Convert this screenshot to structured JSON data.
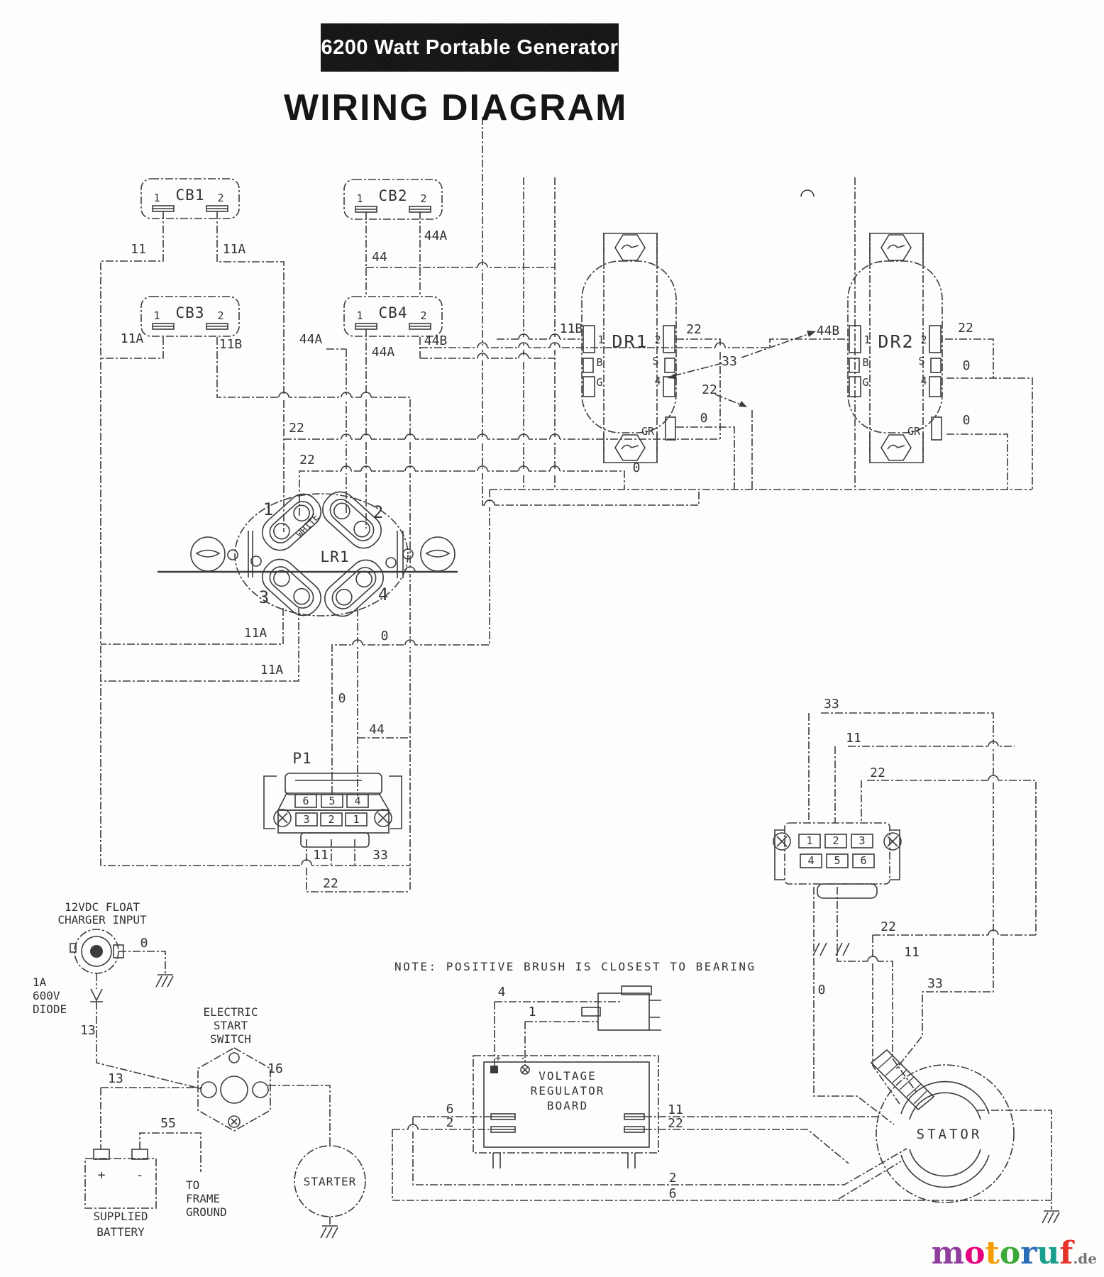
{
  "banner": {
    "text": "6200 Watt Portable Generator"
  },
  "title": "WIRING DIAGRAM",
  "note": "NOTE: POSITIVE BRUSH IS CLOSEST TO BEARING",
  "watermark": {
    "letters": [
      {
        "ch": "m",
        "color": "#8e3f9e"
      },
      {
        "ch": "o",
        "color": "#e5007e"
      },
      {
        "ch": "t",
        "color": "#f59c00"
      },
      {
        "ch": "o",
        "color": "#3aa935"
      },
      {
        "ch": "r",
        "color": "#2b6cb8"
      },
      {
        "ch": "u",
        "color": "#1a9e8f"
      },
      {
        "ch": "f",
        "color": "#e5332a"
      }
    ],
    "suffix": ".de"
  },
  "components": {
    "cb1": {
      "label": "CB1",
      "t1": "1",
      "t2": "2"
    },
    "cb2": {
      "label": "CB2",
      "t1": "1",
      "t2": "2"
    },
    "cb3": {
      "label": "CB3",
      "t1": "1",
      "t2": "2"
    },
    "cb4": {
      "label": "CB4",
      "t1": "1",
      "t2": "2"
    },
    "dr1": {
      "label": "DR1",
      "t1": "1",
      "tb": "B",
      "tg": "G",
      "t2": "2",
      "ts": "S",
      "t4": "4",
      "gr": "GR"
    },
    "dr2": {
      "label": "DR2",
      "t1": "1",
      "tb": "B",
      "tg": "G",
      "t2": "2",
      "ts": "S",
      "t4": "4",
      "gr": "GR"
    },
    "lr1": {
      "label": "LR1",
      "s1": "1",
      "s2": "2",
      "s3": "3",
      "s4": "4",
      "white": "WHITE"
    },
    "p1": {
      "label": "P1",
      "pins_top": [
        "6",
        "5",
        "4"
      ],
      "pins_bottom": [
        "3",
        "2",
        "1"
      ]
    },
    "j1": {
      "pins_top": [
        "1",
        "2",
        "3"
      ],
      "pins_bottom": [
        "4",
        "5",
        "6"
      ]
    },
    "charger": {
      "line1": "12VDC FLOAT",
      "line2": "CHARGER INPUT"
    },
    "diode": {
      "line1": "1A",
      "line2": "600V",
      "line3": "DIODE"
    },
    "start_switch": {
      "line1": "ELECTRIC",
      "line2": "START",
      "line3": "SWITCH"
    },
    "battery": {
      "plus": "+",
      "minus": "-",
      "line1": "SUPPLIED",
      "line2": "BATTERY"
    },
    "frame_ground": {
      "line1": "TO",
      "line2": "FRAME",
      "line3": "GROUND"
    },
    "starter": {
      "label": "STARTER"
    },
    "regulator": {
      "line1": "VOLTAGE",
      "line2": "REGULATOR",
      "line3": "BOARD",
      "plus": "+",
      "minus": "-"
    },
    "stator": {
      "label": "STATOR"
    }
  },
  "wire_labels": {
    "w11": "11",
    "w11a_cb1": "11A",
    "w44": "44",
    "w44a_cb2": "44A",
    "w11a_cb3": "11A",
    "w11b_cb3": "11B",
    "w44a_l": "44A",
    "w44a_r": "44A",
    "w44b_cb4": "44B",
    "w22_lr_a": "22",
    "w22_lr_b": "22",
    "w11b_dr1": "11B",
    "w22_dr1": "22",
    "w33_dr": "33",
    "w22_arrow": "22",
    "w0_gr1": "0",
    "w0_bus": "0",
    "w44b_dr2": "44B",
    "w22_dr2": "22",
    "w0_dr2a": "0",
    "w0_dr2b": "0",
    "w11a_lr_a": "11A",
    "w11a_lr_b": "11A",
    "w0_p1": "0",
    "w0_s4": "0",
    "w44_p1": "44",
    "w11_p1": "11",
    "w33_p1": "33",
    "w22_p1": "22",
    "w33_j1": "33",
    "w11_j1": "11",
    "w22_j1": "22",
    "w22_st": "22",
    "w11_st": "11",
    "w33_st": "33",
    "w0_st": "0",
    "w4": "4",
    "w1": "1",
    "w6_vr": "6",
    "w2_vr": "2",
    "w11_vr": "11",
    "w22_vr": "22",
    "w2_b": "2",
    "w6_b": "6",
    "w0_chg": "0",
    "w13_d": "13",
    "w13_sw": "13",
    "w55": "55",
    "w16": "16"
  }
}
